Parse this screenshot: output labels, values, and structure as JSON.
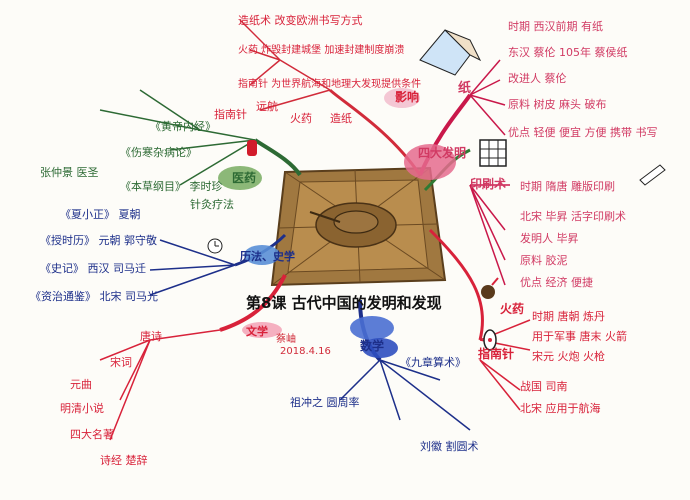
{
  "center": {
    "title": "第8课 古代中国的发明和发现"
  },
  "author": {
    "name": "蔡岫",
    "date": "2018.4.16"
  },
  "branches": {
    "invention": "四大发明",
    "medicine": "医药",
    "history": "历法、史学",
    "literature": "文学",
    "math": "数学",
    "influence": "影响"
  },
  "influence": {
    "items": [
      "造纸术 改变欧洲书写方式",
      "火药 炸毁封建城堡 加速封建制度崩溃",
      "指南针 为世界航海和地理大发现提供条件"
    ],
    "labels": [
      "指南针",
      "远航",
      "火药",
      "造纸"
    ]
  },
  "paper": {
    "label": "纸",
    "items": [
      "时期 西汉前期 有纸",
      "东汉 蔡伦 105年 蔡侯纸",
      "改进人 蔡伦",
      "原料 树皮 麻头 破布",
      "优点 轻便 便宜 方便 携带 书写"
    ]
  },
  "printing": {
    "label": "印刷术",
    "items": [
      "时期 隋唐 雕版印刷",
      "北宋 毕昇 活字印刷术",
      "发明人 毕昇",
      "原料 胶泥",
      "优点 经济 便捷"
    ]
  },
  "gunpowder": {
    "label": "火药",
    "items": [
      "时期 唐朝 炼丹",
      "用于军事 唐末 火箭",
      "宋元 火炮 火枪"
    ]
  },
  "compass": {
    "label": "指南针",
    "items": [
      "战国 司南",
      "北宋 应用于航海"
    ]
  },
  "medicine": {
    "items": [
      "《黄帝内经》",
      "《伤寒杂病论》",
      "张仲景 医圣",
      "《本草纲目》 李时珍",
      "针灸疗法"
    ]
  },
  "history": {
    "items": [
      "《夏小正》 夏朝",
      "《授时历》 元朝 郭守敬",
      "《史记》 西汉 司马迁",
      "《资治通鉴》 北宋 司马光"
    ]
  },
  "literature": {
    "items": [
      "唐诗",
      "宋词",
      "元曲",
      "明清小说",
      "四大名著",
      "诗经 楚辞"
    ]
  },
  "math": {
    "items": [
      "《九章算术》",
      "祖冲之 圆周率",
      "刘徽 割圆术"
    ]
  }
}
